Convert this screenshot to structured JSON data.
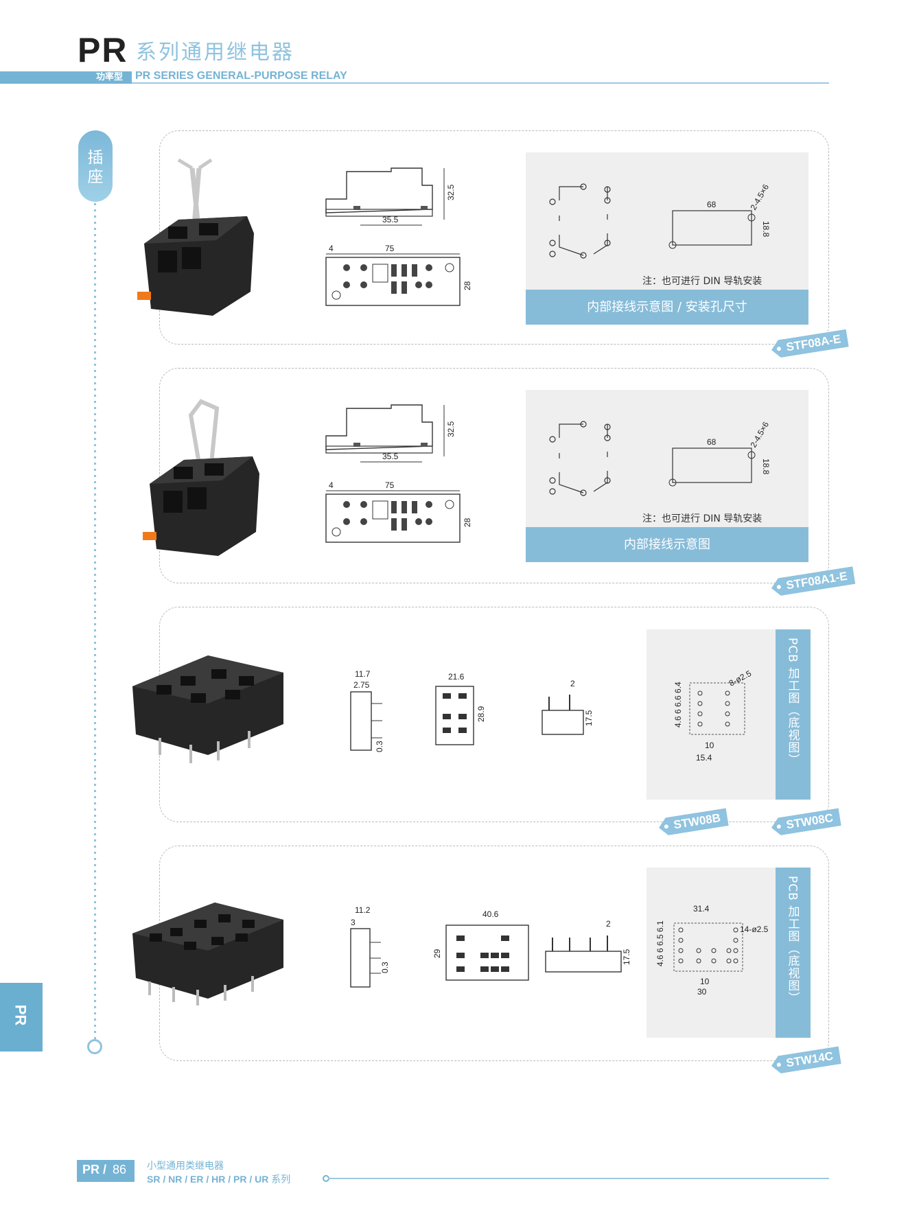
{
  "header": {
    "series": "PR",
    "title_cn": "系列通用继电器",
    "type_label": "功率型",
    "title_en": "PR SERIES GENERAL-PURPOSE RELAY"
  },
  "side_tab": {
    "label": "插座",
    "bottom_tab": "PR"
  },
  "panels": [
    {
      "model": "STF08A-E",
      "dims": {
        "height": "32.5",
        "base": "35.5",
        "margin": "4",
        "length": "75",
        "width": "28"
      },
      "mount": {
        "spacing": "68",
        "holes": "2-4.5×6",
        "height": "18.8"
      },
      "note": "注：也可进行 DIN 导轨安装",
      "band": "内部接线示意图 / 安装孔尺寸"
    },
    {
      "model": "STF08A1-E",
      "dims": {
        "height": "32.5",
        "base": "35.5",
        "margin": "4",
        "length": "75",
        "width": "28"
      },
      "mount": {
        "spacing": "68",
        "holes": "2-4.5×6",
        "height": "18.8"
      },
      "note": "注：也可进行 DIN 导轨安装",
      "band": "内部接线示意图"
    },
    {
      "model_left": "STW08B",
      "model_right": "STW08C",
      "dims": {
        "side_w": "11.7",
        "side_inner": "2.75",
        "side_gap": "0.3",
        "top_w": "21.6",
        "top_h": "28.9",
        "pin": "2",
        "pin_h": "17.5"
      },
      "pcb": {
        "vert": "4.6 6 6.6 6.4",
        "holes": "8-ø2.5",
        "inner": "10",
        "outer": "15.4"
      },
      "band": "PCB 加工图（底视图）"
    },
    {
      "model": "STW14C",
      "dims": {
        "side_w": "11.2",
        "side_inner": "3",
        "side_gap": "0.3",
        "top_w": "40.6",
        "top_h": "29",
        "pin": "2",
        "pin_h": "17.5"
      },
      "pcb": {
        "top": "31.4",
        "vert": "4.6 6 6.5 6.1",
        "holes": "14-ø2.5",
        "inner": "10",
        "outer": "30"
      },
      "band": "PCB 加工图（底视图）"
    }
  ],
  "footer": {
    "series": "PR",
    "slash": "/",
    "page": "86",
    "title_cn": "小型通用类继电器",
    "series_list": "SR / NR / ER / HR / PR / UR",
    "series_suffix": "系列"
  }
}
